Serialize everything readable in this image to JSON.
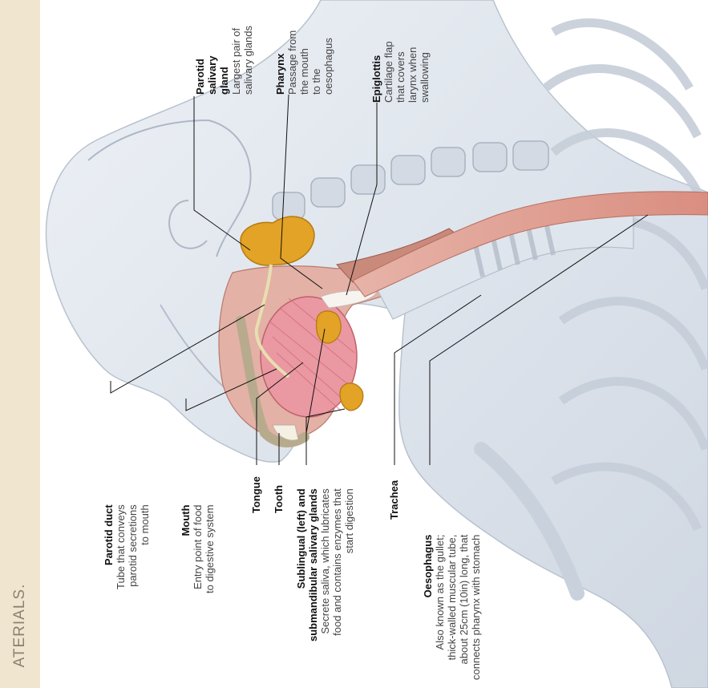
{
  "side_strip": {
    "text": "ATERIALS."
  },
  "labels": {
    "parotid_gland": {
      "name": "Parotid\nsalivary\ngland",
      "desc": "Largest pair of\nsalivary glands"
    },
    "pharynx": {
      "name": "Pharynx",
      "desc": "Passage from\nthe mouth\nto the\noesophagus"
    },
    "epiglottis": {
      "name": "Epiglottis",
      "desc": "Cartilage flap\nthat covers\nlarynx when\nswallowing"
    },
    "parotid_duct": {
      "name": "Parotid duct",
      "desc": "Tube that conveys\nparotid secretions\nto mouth"
    },
    "mouth": {
      "name": "Mouth",
      "desc": "Entry point of food\nto digestive system"
    },
    "tongue": {
      "name": "Tongue"
    },
    "tooth": {
      "name": "Tooth"
    },
    "salivary_glands": {
      "name": "Sublingual (left) and\nsubmandibular salivary glands",
      "desc": "Secrete saliva, which lubricates\nfood and contains enzymes that\nstart digestion"
    },
    "trachea": {
      "name": "Trachea"
    },
    "oesophagus": {
      "name": "Oesophagus",
      "desc": "Also known as the gullet;\nthick-walled muscular tube,\nabout 25cm (10in) long, that\nconnects pharynx with stomach"
    }
  },
  "colors": {
    "body_skin": "#dfe6ef",
    "tissue": "#d9998c",
    "gland": "#e2a326",
    "tongue": "#e98e9a",
    "trachea_rings": "#c4ccd6",
    "oesophagus": "#e0a79c",
    "strip": "#f0e6cf"
  }
}
